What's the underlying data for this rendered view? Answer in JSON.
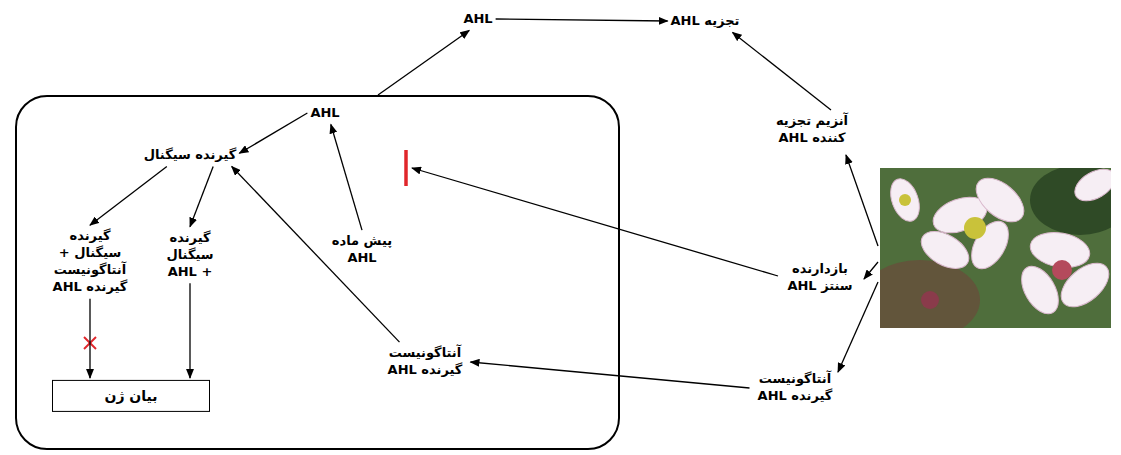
{
  "diagram": {
    "nodes": [
      {
        "text": []
      },
      {
        "text": [
          "AHL"
        ]
      },
      {
        "text": [
          "تجزیه AHL"
        ]
      },
      {
        "text": [
          "آنزیم تجزیه کننده AHL"
        ]
      },
      {
        "text": [
          "بازدارنده سنتز AHL"
        ]
      },
      {
        "text": [
          "آنتاگونیست گیرنده AHL"
        ]
      },
      {
        "text": [
          "AHL"
        ],
        "in": 0
      },
      {
        "text": [
          "گیرنده سیگنال"
        ],
        "in": 0
      },
      {
        "text": [
          "گیرنده سیگنال + آنتاگونیست گیرنده AHL"
        ],
        "in": 0
      },
      {
        "text": [
          "گیرنده سیگنال + AHL"
        ],
        "in": 0
      },
      {
        "text": [
          "پیش ماده AHL"
        ],
        "in": 0
      },
      {
        "text": [
          "آنتاگونیست گیرنده AHL"
        ],
        "in": 0
      },
      {
        "text": [
          "بیان ژن"
        ],
        "in": 0
      }
    ],
    "edges": [
      {
        "from": 0,
        "to": 1,
        "arrow": "to"
      },
      {
        "from": 1,
        "to": 2,
        "arrow": "to"
      },
      {
        "from": 3,
        "to": 2,
        "arrow": "to"
      },
      {
        "from": 5,
        "to": 11,
        "arrow": "to"
      },
      {
        "from": 11,
        "to": 7,
        "arrow": "to"
      },
      {
        "from": 10,
        "to": 6,
        "arrow": "to"
      },
      {
        "from": 6,
        "to": 7,
        "arrow": "to"
      },
      {
        "from": 7,
        "to": 8,
        "arrow": "to"
      },
      {
        "from": 7,
        "to": 9,
        "arrow": "to"
      },
      {
        "from": 8,
        "to": 12,
        "arrow": "to"
      },
      {
        "from": 9,
        "to": 12,
        "arrow": "to"
      }
    ]
  }
}
